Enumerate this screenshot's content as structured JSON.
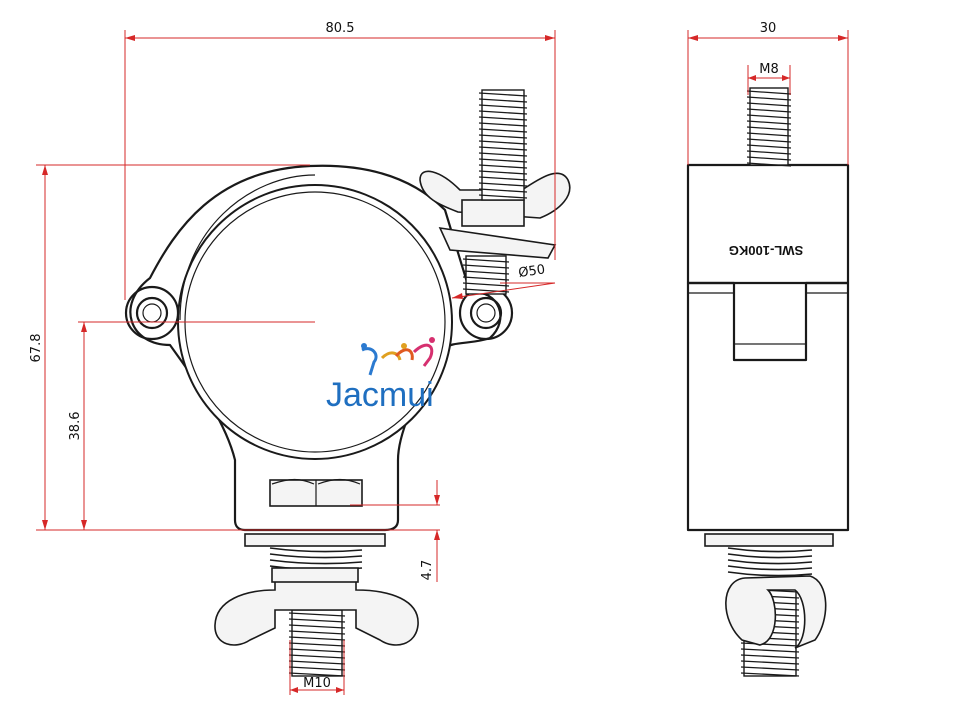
{
  "dimensions": {
    "width_front": "80.5",
    "height_total": "67.8",
    "height_center": "38.6",
    "bottom_gap": "4.7",
    "pipe_diameter": "Ø50",
    "bolt_bottom": "M10",
    "width_side": "30",
    "bolt_top": "M8"
  },
  "plate": {
    "rating": "SWL-100KG"
  },
  "logo": {
    "text": "Jacmui"
  },
  "colors": {
    "dimension": "#d62828",
    "outline": "#1a1a1a",
    "logo": "#1f6fc0"
  }
}
